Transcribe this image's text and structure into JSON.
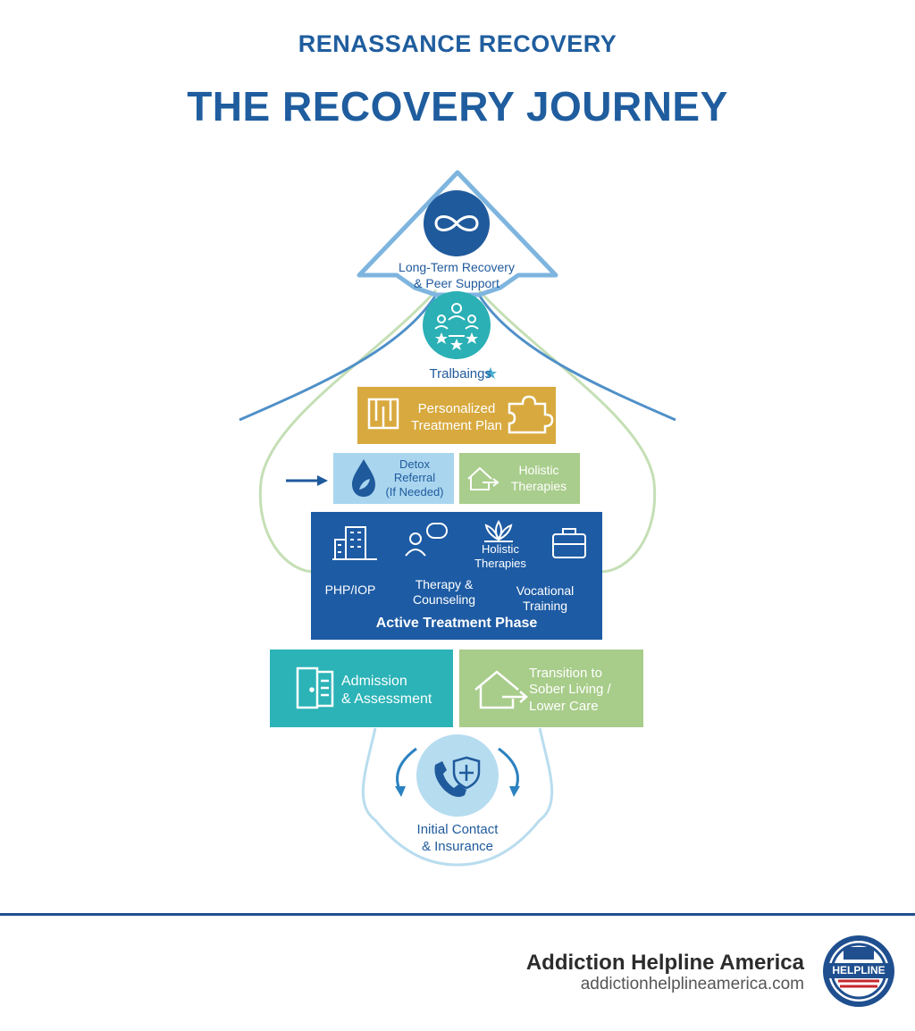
{
  "header": {
    "supertitle": "RENASSANCE RECOVERY",
    "title": "THE RECOVERY JOURNEY"
  },
  "colors": {
    "navy": "#1f5d9e",
    "dark_blue": "#1d5ba3",
    "teal": "#2bb3b7",
    "gold": "#d9a93f",
    "light_blue": "#a9d4ee",
    "light_green": "#a8cc8a",
    "pale_blue": "#bfe0f2"
  },
  "stages": {
    "long_term": {
      "label_line1": "Long-Term Recovery",
      "label_line2": "& Peer Support",
      "icon": "infinity-heart-icon"
    },
    "trainings": {
      "label": "Tralbaings",
      "icon": "people-network-icon",
      "star_icon": "star-icon"
    },
    "personalized": {
      "label_line1": "Personalized",
      "label_line2": "Treatment Plan",
      "icons": [
        "maze-icon",
        "puzzle-icon"
      ]
    },
    "detox": {
      "label_line1": "Detox",
      "label_line2": "Referral",
      "label_line3": "(If Needed)",
      "icon": "water-drop-leaf-icon"
    },
    "holistic_small": {
      "label_line1": "Holistic",
      "label_line2": "Therapies",
      "icon": "house-arrow-icon"
    },
    "active": {
      "title": "Active Treatment Phase",
      "items": [
        {
          "label": "PHP/IOP",
          "icon": "building-icon"
        },
        {
          "label_line1": "Therapy &",
          "label_line2": "Counseling",
          "icon": "counseling-icon"
        },
        {
          "label_line1": "Holistic",
          "label_line2": "Therapies",
          "icon": "lotus-icon"
        },
        {
          "label_line1": "Vocational",
          "label_line2": "Training",
          "icon": "briefcase-icon"
        }
      ]
    },
    "admission": {
      "label_line1": "Admission",
      "label_line2": "& Assessment",
      "icon": "clipboard-door-icon"
    },
    "transition": {
      "label_line1": "Transition to",
      "label_line2": "Sober Living /",
      "label_line3": "Lower Care",
      "icon": "house-arrow-icon"
    },
    "initial": {
      "label_line1": "Initial Contact",
      "label_line2": "& Insurance",
      "icons": [
        "phone-icon",
        "shield-icon"
      ]
    }
  },
  "footer": {
    "brand_name": "Addiction Helpline America",
    "brand_url": "addictionhelplineamerica.com",
    "logo_text": "HELPLINE",
    "logo_icon": "helpline-badge-icon"
  }
}
